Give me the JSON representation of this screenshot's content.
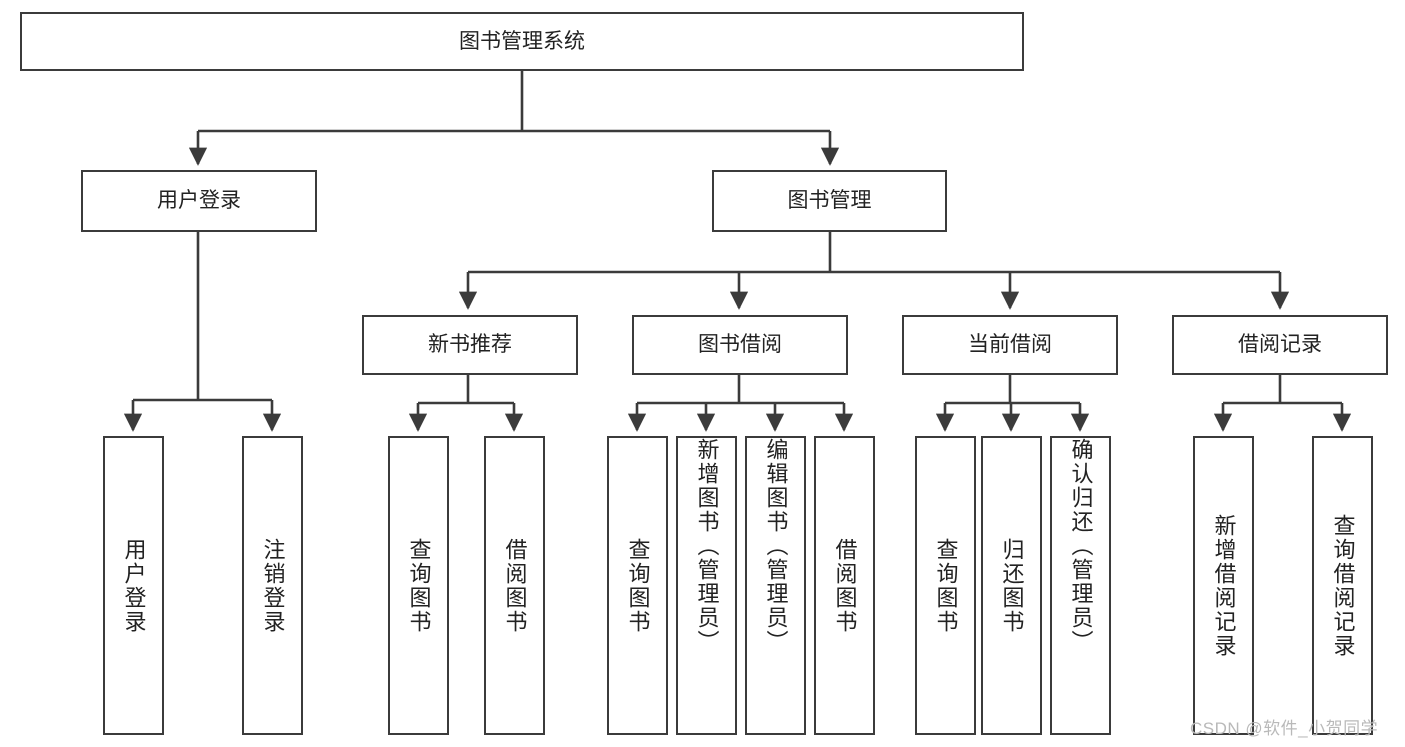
{
  "diagram": {
    "title": "图书管理系统",
    "type": "tree-hierarchy-diagram",
    "nodes": {
      "root": {
        "label": "图书管理系统"
      },
      "level2": [
        {
          "id": "user-login",
          "label": "用户登录"
        },
        {
          "id": "book-management",
          "label": "图书管理"
        }
      ],
      "level3": [
        {
          "id": "new-book-recommend",
          "label": "新书推荐"
        },
        {
          "id": "book-borrow",
          "label": "图书借阅"
        },
        {
          "id": "current-borrow",
          "label": "当前借阅"
        },
        {
          "id": "borrow-record",
          "label": "借阅记录"
        }
      ],
      "leaves": {
        "user_login": [
          {
            "id": "leaf-user-login",
            "label": "用户登录"
          },
          {
            "id": "leaf-logout-login",
            "label": "注销登录"
          }
        ],
        "new_book_recommend": [
          {
            "id": "leaf-query-book-1",
            "label": "查询图书"
          },
          {
            "id": "leaf-borrow-book-1",
            "label": "借阅图书"
          }
        ],
        "book_borrow": [
          {
            "id": "leaf-query-book-2",
            "label": "查询图书"
          },
          {
            "id": "leaf-add-book",
            "label": "新增图书（管理员）"
          },
          {
            "id": "leaf-edit-book",
            "label": "编辑图书（管理员）"
          },
          {
            "id": "leaf-borrow-book-2",
            "label": "借阅图书"
          }
        ],
        "current_borrow": [
          {
            "id": "leaf-query-book-3",
            "label": "查询图书"
          },
          {
            "id": "leaf-return-book",
            "label": "归还图书"
          },
          {
            "id": "leaf-confirm-return",
            "label": "确认归还（管理员）"
          }
        ],
        "borrow_record": [
          {
            "id": "leaf-add-record",
            "label": "新增借阅记录"
          },
          {
            "id": "leaf-query-record",
            "label": "查询借阅记录"
          }
        ]
      }
    },
    "colors": {
      "stroke": "#3b3b3b",
      "fill": "#ffffff",
      "text": "#222222",
      "watermark": "#b9b9b9"
    }
  },
  "watermark": {
    "text": "CSDN @软件_小贺同学"
  }
}
